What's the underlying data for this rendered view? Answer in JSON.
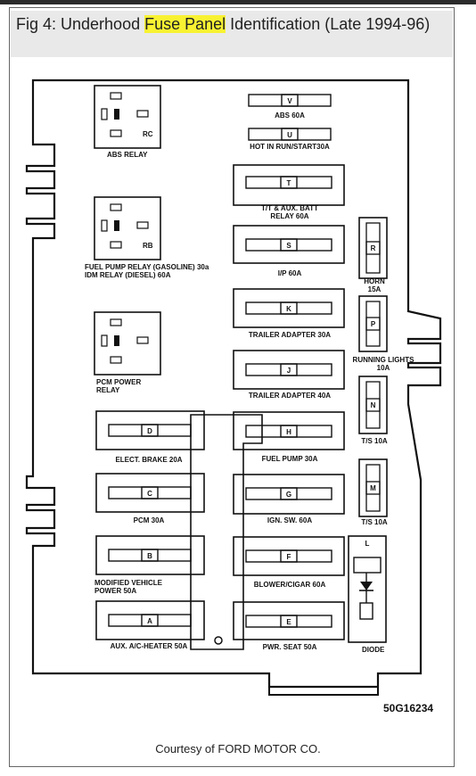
{
  "caption": {
    "prefix": "Fig 4: Underhood ",
    "highlight": "Fuse Panel",
    "suffix": " Identification (Late 1994-96)"
  },
  "relays": [
    {
      "id": "abs",
      "code": "RC",
      "label_lines": [
        "ABS RELAY"
      ]
    },
    {
      "id": "fuel-pump",
      "code": "RB",
      "label_lines": [
        "FUEL PUMP RELAY (GASOLINE) 30a",
        "IDM RELAY (DIESEL) 60A"
      ]
    },
    {
      "id": "pcm-power",
      "code": "",
      "label_lines": [
        "PCM POWER",
        "RELAY"
      ]
    }
  ],
  "top_fuses": [
    {
      "letter": "V",
      "label_lines": [
        "ABS 60A"
      ]
    },
    {
      "letter": "U",
      "label_lines": [
        "HOT IN RUN/START30A"
      ]
    }
  ],
  "boxed_fuses_right": [
    {
      "letter": "T",
      "label_lines": [
        "T/T & AUX. BATT",
        "RELAY 60A"
      ]
    },
    {
      "letter": "S",
      "label_lines": [
        "I/P 60A"
      ]
    },
    {
      "letter": "K",
      "label_lines": [
        "TRAILER ADAPTER 30A"
      ]
    },
    {
      "letter": "J",
      "label_lines": [
        "TRAILER ADAPTER 40A"
      ]
    },
    {
      "letter": "H",
      "label_lines": [
        "FUEL PUMP 30A"
      ]
    },
    {
      "letter": "G",
      "label_lines": [
        "IGN. SW. 60A"
      ]
    },
    {
      "letter": "F",
      "label_lines": [
        "BLOWER/CIGAR 60A"
      ]
    },
    {
      "letter": "E",
      "label_lines": [
        "PWR. SEAT 50A"
      ]
    }
  ],
  "boxed_fuses_left": [
    {
      "letter": "D",
      "label_lines": [
        "ELECT. BRAKE 20A"
      ]
    },
    {
      "letter": "C",
      "label_lines": [
        "PCM 30A"
      ]
    },
    {
      "letter": "B",
      "label_lines": [
        "MODIFIED VEHICLE",
        "POWER 50A"
      ]
    },
    {
      "letter": "A",
      "label_lines": [
        "AUX. A/C-HEATER 50A"
      ]
    }
  ],
  "vertical_fuses": [
    {
      "letter": "R",
      "label_lines": [
        "HORN",
        "15A"
      ]
    },
    {
      "letter": "P",
      "label_lines": [
        "RUNNING LIGHTS",
        "10A"
      ]
    },
    {
      "letter": "N",
      "label_lines": [
        "T/S 10A"
      ]
    },
    {
      "letter": "M",
      "label_lines": [
        "T/S 10A"
      ]
    }
  ],
  "diode": {
    "letter": "L",
    "label": "DIODE"
  },
  "part_number": "50G16234",
  "courtesy": "Courtesy of FORD MOTOR CO."
}
